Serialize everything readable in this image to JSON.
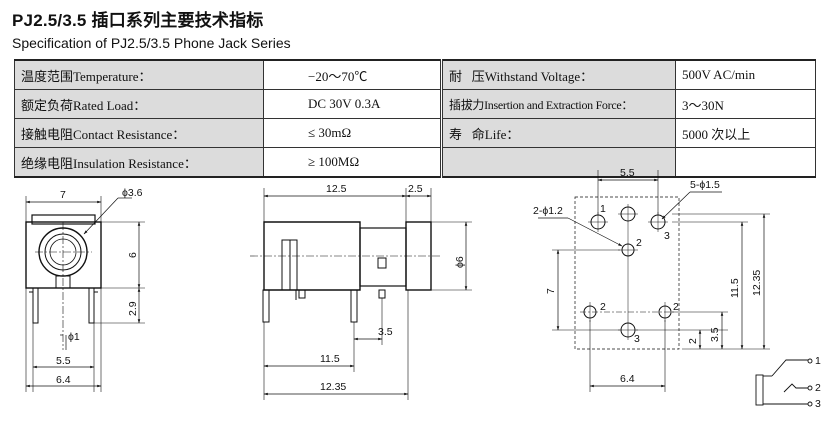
{
  "header": {
    "title": "PJ2.5/3.5 插口系列主要技术指标",
    "subtitle": "Specification of PJ2.5/3.5 Phone Jack Series"
  },
  "spec_table": {
    "rows": [
      {
        "left_label": "温度范围Temperature：",
        "left_value": "−20～70℃",
        "right_label": "耐   压Withstand Voltage：",
        "right_value": "500V AC/min"
      },
      {
        "left_label": "额定负荷Rated Load：",
        "left_value": "DC 30V 0.3A",
        "right_label": "插拔力Insertion and Extraction Force：",
        "right_value": "3～30N"
      },
      {
        "left_label": "接触电阻Contact Resistance：",
        "left_value": "≤ 30mΩ",
        "right_label": "寿   命Life：",
        "right_value": "5000 次以上"
      },
      {
        "left_label": "绝缘电阻Insulation Resistance：",
        "left_value": "≥ 100MΩ",
        "right_label": "",
        "right_value": ""
      }
    ]
  },
  "drawings": {
    "front_view": {
      "dim_width": "7",
      "dim_hole": "ϕ3.6",
      "dim_height": "6",
      "dim_pin_len": "2.9",
      "dim_pin_dia": "ϕ1",
      "dim_pin_span": "5.5",
      "dim_total_width": "6.4"
    },
    "side_view": {
      "dim_body": "12.5",
      "dim_nose": "2.5",
      "dim_nose_dia": "ϕ6",
      "dim_pin_offset": "3.5",
      "dim_pin_span": "11.5",
      "dim_total_len": "12.35"
    },
    "pcb_layout": {
      "dim_top": "5.5",
      "dim_big_holes": "5-ϕ1.5",
      "dim_small_holes": "2-ϕ1.2",
      "dim_vertical": "7",
      "dim_right_1": "11.5",
      "dim_right_2": "12.35",
      "dim_right_3": "3.5",
      "dim_right_4": "2",
      "dim_bottom": "6.4",
      "pin_labels": [
        "1",
        "2",
        "3",
        "2",
        "2",
        "3"
      ]
    },
    "schematic": {
      "pins": [
        "1",
        "2",
        "3"
      ]
    }
  }
}
